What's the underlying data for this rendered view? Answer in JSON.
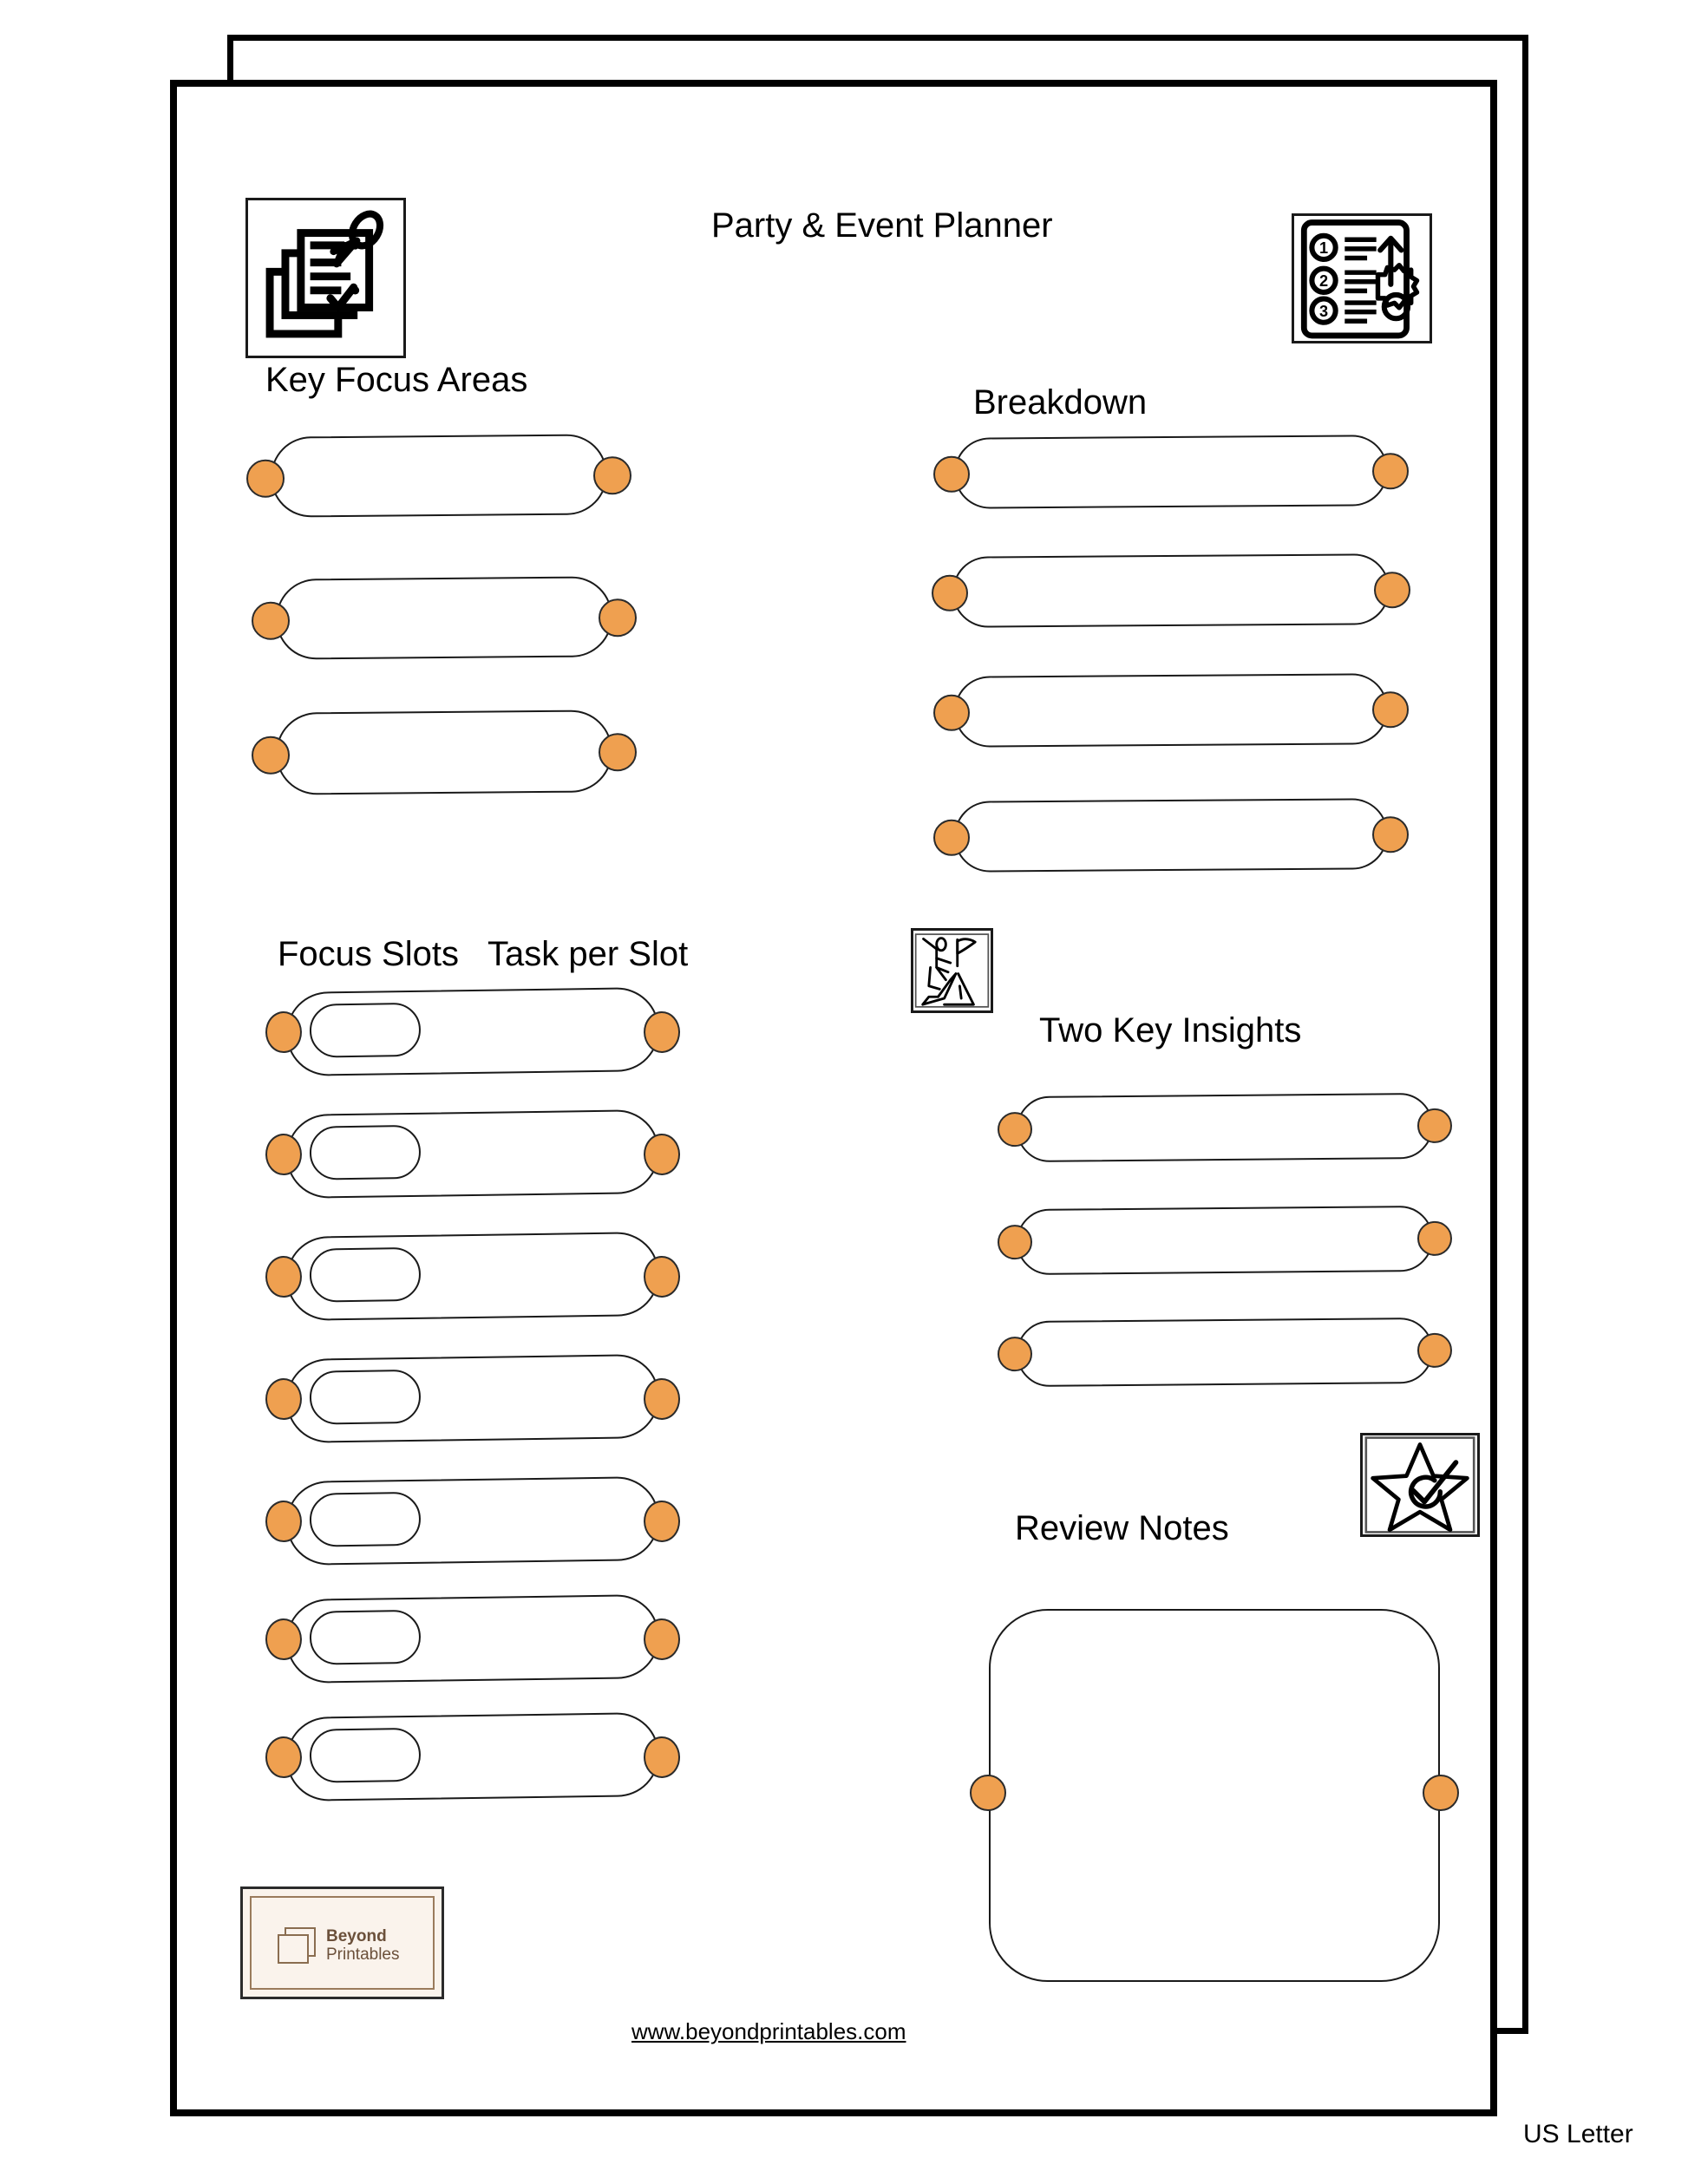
{
  "document": {
    "title": "Party & Event Planner",
    "paper_size": "US Letter",
    "footer_url": "www.beyondprintables.com"
  },
  "brand": {
    "line1": "Beyond",
    "line2": "Printables",
    "logo_bg": "#faf3ec",
    "logo_ink": "#6b503a"
  },
  "theme": {
    "accent_dot": "#efa050",
    "line": "#1a1a1a",
    "page_bg": "#ffffff"
  },
  "icons": {
    "header_left": "checklist-pin-icon",
    "header_right": "numbered-list-gear-icon",
    "focus_slots": "climber-flag-summit-icon",
    "review": "star-check-icon"
  },
  "sections": [
    {
      "id": "key-focus-areas",
      "heading": "Key Focus Areas",
      "rows": 3,
      "kind": "pill"
    },
    {
      "id": "breakdown",
      "heading": "Breakdown",
      "rows": 4,
      "kind": "pill"
    },
    {
      "id": "focus-slots",
      "heading": "Focus Slots",
      "heading_secondary": "Task per Slot",
      "rows": 7,
      "kind": "slot"
    },
    {
      "id": "two-key-insights",
      "heading": "Two Key Insights",
      "rows": 3,
      "kind": "pill"
    },
    {
      "id": "review-notes",
      "heading": "Review Notes",
      "rows": 1,
      "kind": "notes-box"
    }
  ]
}
